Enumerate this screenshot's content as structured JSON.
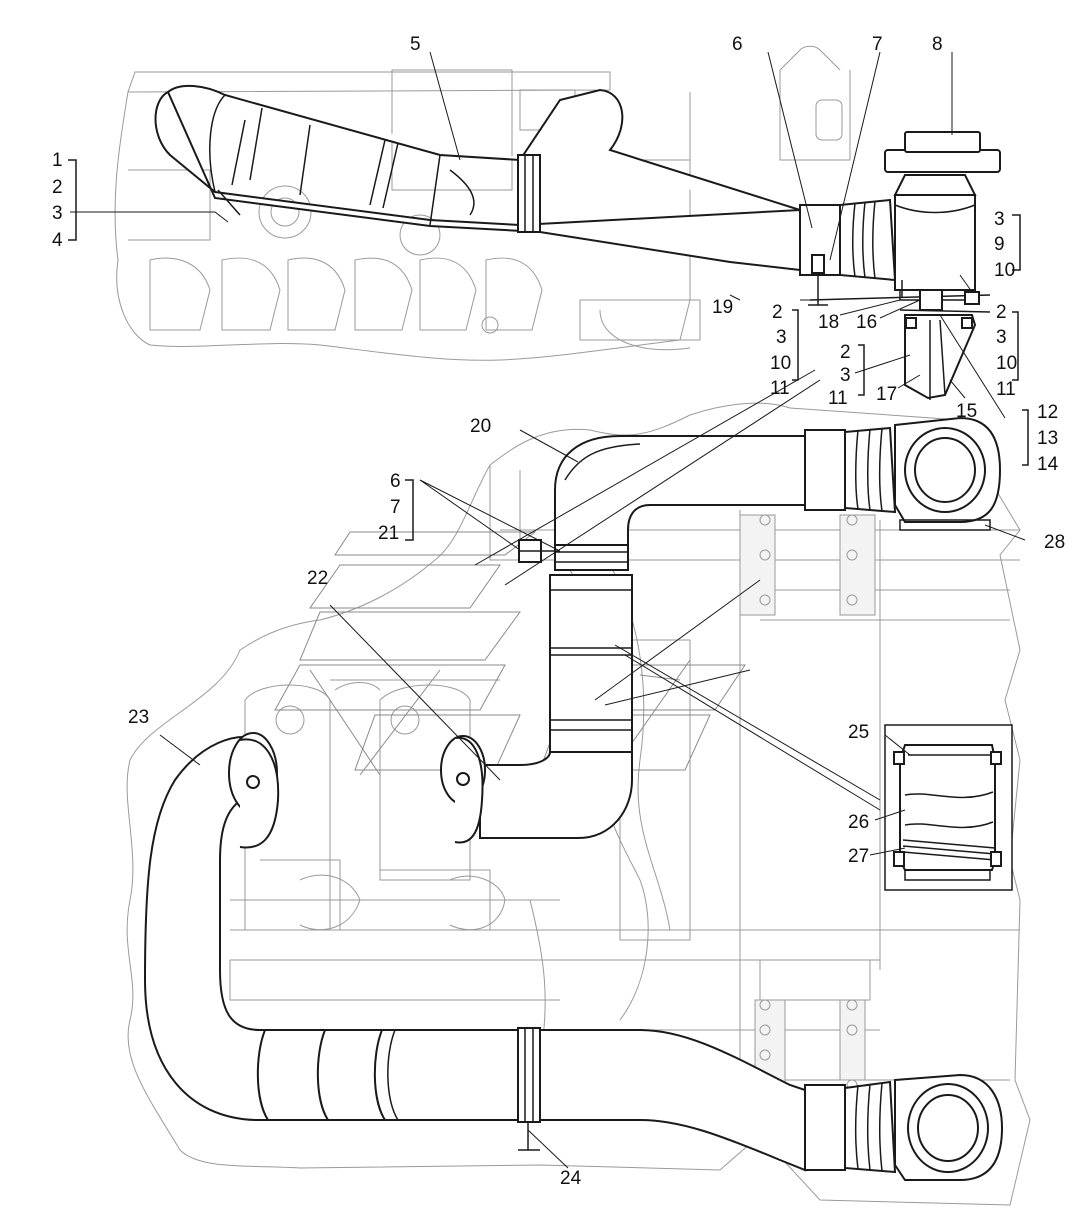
{
  "diagram": {
    "labels": {
      "l1": "1",
      "l2": "2",
      "l3": "3",
      "l4": "4",
      "l5": "5",
      "l6": "6",
      "l7": "7",
      "l8": "8",
      "l3b": "3",
      "l9": "9",
      "l10": "10",
      "l2b": "2",
      "l18": "18",
      "l16": "16",
      "l2c": "2",
      "l3c": "3",
      "l10c": "10",
      "l11c": "11",
      "l3d": "3",
      "l10d": "10",
      "l11d": "11",
      "l2e": "2",
      "l3e": "3",
      "l11e": "11",
      "l17": "17",
      "l15": "15",
      "l12": "12",
      "l13": "13",
      "l14": "14",
      "l19": "19",
      "l20": "20",
      "l6b": "6",
      "l7b": "7",
      "l21": "21",
      "l22": "22",
      "l23": "23",
      "l24": "24",
      "l25": "25",
      "l26": "26",
      "l27": "27",
      "l28": "28"
    }
  }
}
